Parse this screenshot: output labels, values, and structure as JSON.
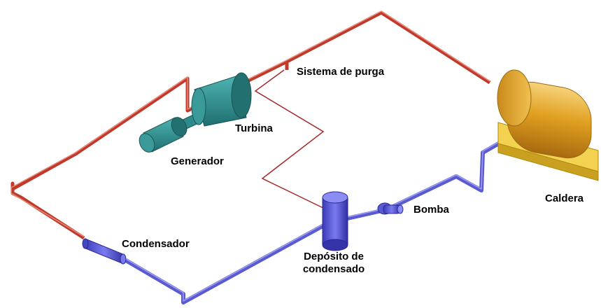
{
  "labels": {
    "purge": "Sistema de purga",
    "turbine": "Turbina",
    "generator": "Generador",
    "boiler": "Caldera",
    "pump": "Bomba",
    "condenser": "Condensador",
    "tank_line1": "Depósito de",
    "tank_line2": "condensado"
  },
  "colors": {
    "steam_pipe": "#c0392b",
    "water_pipe": "#5a5ad2",
    "purge_line": "#a52a2a",
    "turbine": "#2e8b8b",
    "boiler": "#e0a020",
    "boiler_base": "#f2d250"
  }
}
